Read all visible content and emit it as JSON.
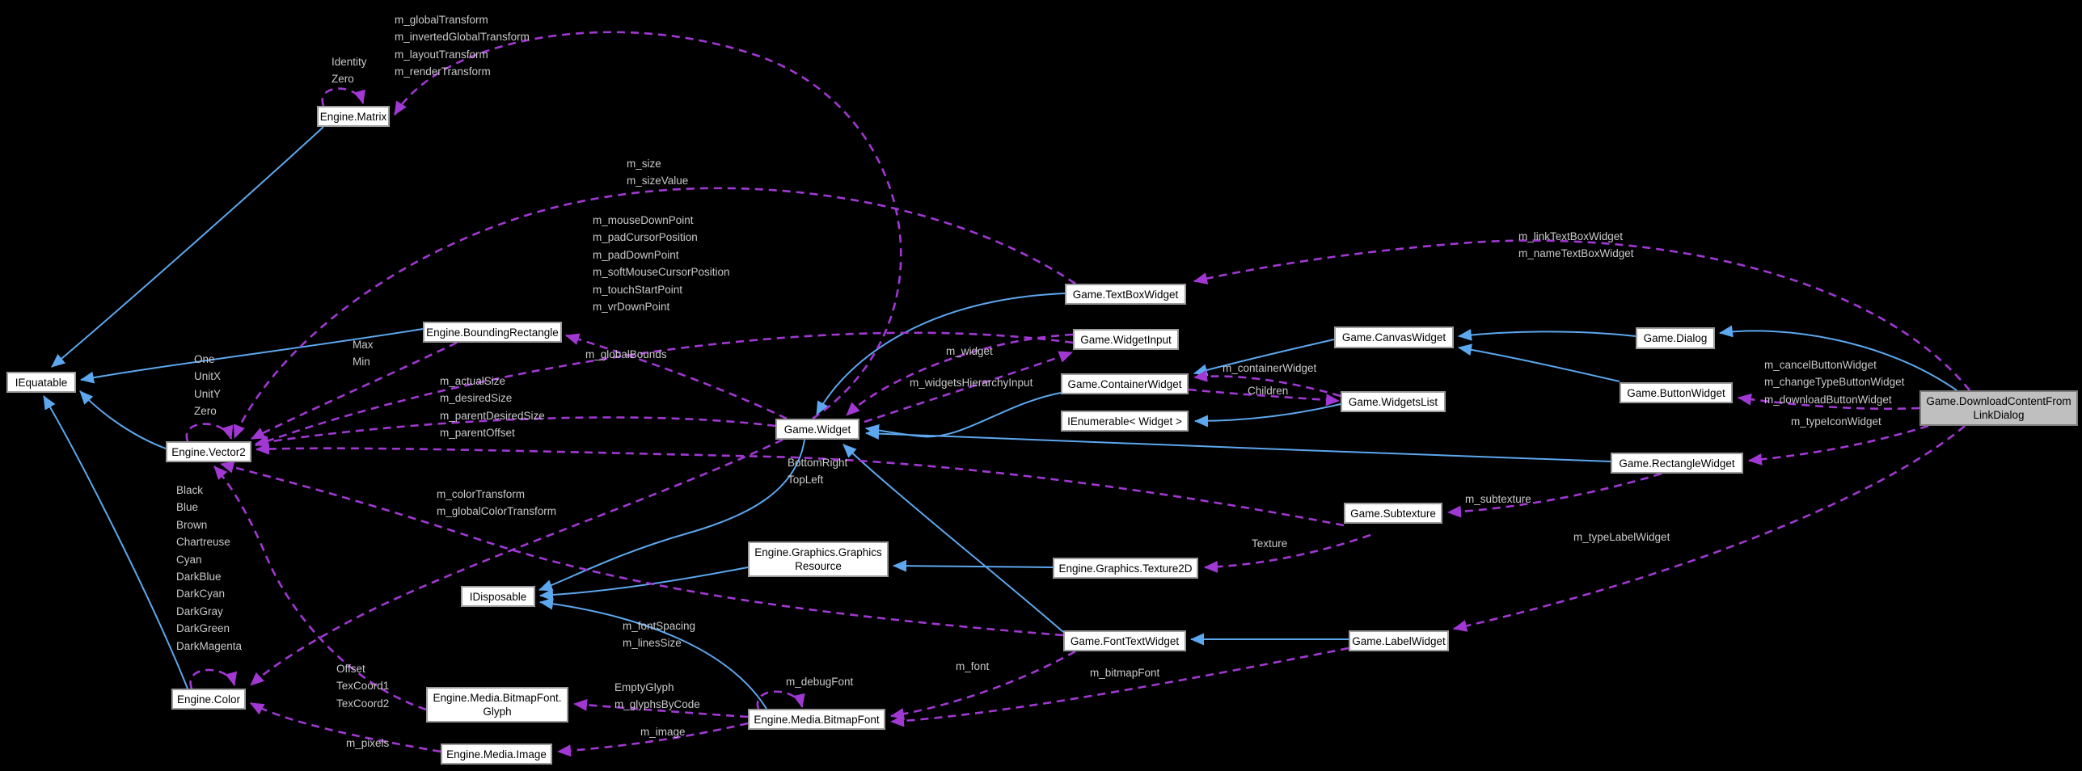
{
  "diagram_type": "doxygen-collaboration-graph",
  "colors": {
    "background": "#000000",
    "inheritance_edge": "#5ca7ee",
    "usage_edge": "#a238d4",
    "edge_label_text": "#c9c9c9",
    "node_background": "#ffffff",
    "node_border": "#9c9c9c",
    "node_text": "#000000",
    "highlight_node_background": "#bfbfbf",
    "highlight_node_text": "#000000"
  },
  "nodes": [
    {
      "id": "iequatable",
      "label": "IEquatable"
    },
    {
      "id": "matrix",
      "label": "Engine.Matrix"
    },
    {
      "id": "vector2",
      "label": "Engine.Vector2"
    },
    {
      "id": "boundingrectangle",
      "label": "Engine.BoundingRectangle"
    },
    {
      "id": "color",
      "label": "Engine.Color"
    },
    {
      "id": "widget",
      "label": "Game.Widget"
    },
    {
      "id": "textboxwidget",
      "label": "Game.TextBoxWidget"
    },
    {
      "id": "widgetinput",
      "label": "Game.WidgetInput"
    },
    {
      "id": "containerwidget",
      "label": "Game.ContainerWidget"
    },
    {
      "id": "ienumerablewidget",
      "label": "IEnumerable< Widget >"
    },
    {
      "id": "canvaswidget",
      "label": "Game.CanvasWidget"
    },
    {
      "id": "widgetslist",
      "label": "Game.WidgetsList"
    },
    {
      "id": "dialog",
      "label": "Game.Dialog"
    },
    {
      "id": "buttonwidget",
      "label": "Game.ButtonWidget"
    },
    {
      "id": "rectanglewidget",
      "label": "Game.RectangleWidget"
    },
    {
      "id": "subtexture",
      "label": "Game.Subtexture"
    },
    {
      "id": "graphicsresource",
      "label": [
        "Engine.Graphics.Graphics",
        "Resource"
      ]
    },
    {
      "id": "texture2d",
      "label": "Engine.Graphics.Texture2D"
    },
    {
      "id": "idisposable",
      "label": "IDisposable"
    },
    {
      "id": "fonttextwidget",
      "label": "Game.FontTextWidget"
    },
    {
      "id": "labelwidget",
      "label": "Game.LabelWidget"
    },
    {
      "id": "glyph",
      "label": [
        "Engine.Media.BitmapFont.",
        "Glyph"
      ]
    },
    {
      "id": "bitmapfont",
      "label": "Engine.Media.BitmapFont"
    },
    {
      "id": "image",
      "label": "Engine.Media.Image"
    },
    {
      "id": "dcfld",
      "label": [
        "Game.DownloadContentFrom",
        "LinkDialog"
      ],
      "highlight": true
    }
  ],
  "edges": [
    {
      "from": "Engine.Matrix",
      "to": "Engine.Matrix",
      "type": "usage",
      "labels": [
        "Identity",
        "Zero"
      ]
    },
    {
      "from": "Game.Widget",
      "to": "Engine.Matrix",
      "type": "usage",
      "labels": [
        "m_globalTransform",
        "m_invertedGlobalTransform",
        "m_layoutTransform",
        "m_renderTransform"
      ]
    },
    {
      "from": "Game.TextBoxWidget",
      "to": "Engine.Vector2",
      "type": "usage",
      "labels": [
        "m_size",
        "m_sizeValue"
      ]
    },
    {
      "from": "Game.WidgetInput",
      "to": "Engine.Vector2",
      "type": "usage",
      "labels": [
        "m_mouseDownPoint",
        "m_padCursorPosition",
        "m_padDownPoint",
        "m_softMouseCursorPosition",
        "m_touchStartPoint",
        "m_vrDownPoint"
      ]
    },
    {
      "from": "Game.DownloadContentFromLinkDialog",
      "to": "Game.TextBoxWidget",
      "type": "usage",
      "labels": [
        "m_linkTextBoxWidget",
        "m_nameTextBoxWidget"
      ]
    },
    {
      "from": "Engine.Vector2",
      "to": "Engine.Vector2",
      "type": "usage",
      "labels": [
        "One",
        "UnitX",
        "UnitY",
        "Zero"
      ]
    },
    {
      "from": "Engine.BoundingRectangle",
      "to": "Engine.Vector2",
      "type": "usage",
      "labels": [
        "Max",
        "Min"
      ]
    },
    {
      "from": "Game.Widget",
      "to": "Engine.BoundingRectangle",
      "type": "usage",
      "labels": [
        "m_globalBounds"
      ]
    },
    {
      "from": "Game.Widget",
      "to": "Engine.Vector2",
      "type": "usage",
      "labels": [
        "m_actualSize",
        "m_desiredSize",
        "m_parentDesiredSize",
        "m_parentOffset"
      ]
    },
    {
      "from": "Game.WidgetInput",
      "to": "Game.Widget",
      "type": "usage",
      "labels": [
        "m_widget"
      ]
    },
    {
      "from": "Game.Widget",
      "to": "Game.WidgetInput",
      "type": "usage",
      "labels": [
        "m_widgetsHierarchyInput"
      ]
    },
    {
      "from": "Game.WidgetsList",
      "to": "Game.ContainerWidget",
      "type": "usage",
      "labels": [
        "m_containerWidget"
      ]
    },
    {
      "from": "Game.ContainerWidget",
      "to": "Game.WidgetsList",
      "type": "usage",
      "labels": [
        "Children"
      ]
    },
    {
      "from": "Game.DownloadContentFromLinkDialog",
      "to": "Game.ButtonWidget",
      "type": "usage",
      "labels": [
        "m_cancelButtonWidget",
        "m_changeTypeButtonWidget",
        "m_downloadButtonWidget"
      ]
    },
    {
      "from": "Game.DownloadContentFromLinkDialog",
      "to": "Game.RectangleWidget",
      "type": "usage",
      "labels": [
        "m_typeIconWidget"
      ]
    },
    {
      "from": "Game.Subtexture",
      "to": "Engine.Vector2",
      "type": "usage",
      "labels": [
        "BottomRight",
        "TopLeft"
      ]
    },
    {
      "from": "Game.RectangleWidget",
      "to": "Game.Subtexture",
      "type": "usage",
      "labels": [
        "m_subtexture"
      ]
    },
    {
      "from": "Game.DownloadContentFromLinkDialog",
      "to": "Game.LabelWidget",
      "type": "usage",
      "labels": [
        "m_typeLabelWidget"
      ]
    },
    {
      "from": "Game.Subtexture",
      "to": "Engine.Graphics.Texture2D",
      "type": "usage",
      "labels": [
        "Texture"
      ]
    },
    {
      "from": "Game.Widget",
      "to": "Engine.Color",
      "type": "usage",
      "labels": [
        "m_colorTransform",
        "m_globalColorTransform"
      ]
    },
    {
      "from": "Engine.Color",
      "to": "Engine.Color",
      "type": "usage",
      "labels": [
        "Black",
        "Blue",
        "Brown",
        "Chartreuse",
        "Cyan",
        "DarkBlue",
        "DarkCyan",
        "DarkGray",
        "DarkGreen",
        "DarkMagenta"
      ]
    },
    {
      "from": "Game.FontTextWidget",
      "to": "Engine.Vector2",
      "type": "usage",
      "labels": [
        "m_fontSpacing",
        "m_linesSize"
      ]
    },
    {
      "from": "Game.FontTextWidget",
      "to": "Engine.Media.BitmapFont",
      "type": "usage",
      "labels": [
        "m_font"
      ]
    },
    {
      "from": "Game.LabelWidget",
      "to": "Engine.Media.BitmapFont",
      "type": "usage",
      "labels": [
        "m_bitmapFont"
      ]
    },
    {
      "from": "Engine.Media.BitmapFont.Glyph",
      "to": "Engine.Vector2",
      "type": "usage",
      "labels": [
        "Offset",
        "TexCoord1",
        "TexCoord2"
      ]
    },
    {
      "from": "Engine.Media.BitmapFont",
      "to": "Engine.Media.BitmapFont.Glyph",
      "type": "usage",
      "labels": [
        "EmptyGlyph",
        "m_glyphsByCode"
      ]
    },
    {
      "from": "Engine.Media.BitmapFont",
      "to": "Engine.Media.BitmapFont",
      "type": "usage",
      "labels": [
        "m_debugFont"
      ]
    },
    {
      "from": "Engine.Media.BitmapFont",
      "to": "Engine.Media.Image",
      "type": "usage",
      "labels": [
        "m_image"
      ]
    },
    {
      "from": "Engine.Media.Image",
      "to": "Engine.Color",
      "type": "usage",
      "labels": [
        "m_pixels"
      ]
    },
    {
      "from": "Engine.Matrix",
      "to": "IEquatable",
      "type": "inheritance",
      "labels": []
    },
    {
      "from": "Engine.Vector2",
      "to": "IEquatable",
      "type": "inheritance",
      "labels": []
    },
    {
      "from": "Engine.BoundingRectangle",
      "to": "IEquatable",
      "type": "inheritance",
      "labels": []
    },
    {
      "from": "Engine.Color",
      "to": "IEquatable",
      "type": "inheritance",
      "labels": []
    },
    {
      "from": "Game.TextBoxWidget",
      "to": "Game.Widget",
      "type": "inheritance",
      "labels": []
    },
    {
      "from": "Game.ContainerWidget",
      "to": "Game.Widget",
      "type": "inheritance",
      "labels": []
    },
    {
      "from": "Game.RectangleWidget",
      "to": "Game.Widget",
      "type": "inheritance",
      "labels": []
    },
    {
      "from": "Game.FontTextWidget",
      "to": "Game.Widget",
      "type": "inheritance",
      "labels": []
    },
    {
      "from": "Game.LabelWidget",
      "to": "Game.FontTextWidget",
      "type": "inheritance",
      "labels": []
    },
    {
      "from": "Game.Dialog",
      "to": "Game.CanvasWidget",
      "type": "inheritance",
      "labels": []
    },
    {
      "from": "Game.ButtonWidget",
      "to": "Game.CanvasWidget",
      "type": "inheritance",
      "labels": []
    },
    {
      "from": "Game.CanvasWidget",
      "to": "Game.ContainerWidget",
      "type": "inheritance",
      "labels": []
    },
    {
      "from": "Game.WidgetsList",
      "to": "IEnumerable< Widget >",
      "type": "inheritance",
      "labels": []
    },
    {
      "from": "Game.DownloadContentFromLinkDialog",
      "to": "Game.Dialog",
      "type": "inheritance",
      "labels": []
    },
    {
      "from": "Engine.Graphics.Texture2D",
      "to": "Engine.Graphics.GraphicsResource",
      "type": "inheritance",
      "labels": []
    },
    {
      "from": "Engine.Graphics.GraphicsResource",
      "to": "IDisposable",
      "type": "inheritance",
      "labels": []
    },
    {
      "from": "Game.Widget",
      "to": "IDisposable",
      "type": "inheritance",
      "labels": []
    },
    {
      "from": "Engine.Media.BitmapFont",
      "to": "IDisposable",
      "type": "inheritance",
      "labels": []
    }
  ]
}
